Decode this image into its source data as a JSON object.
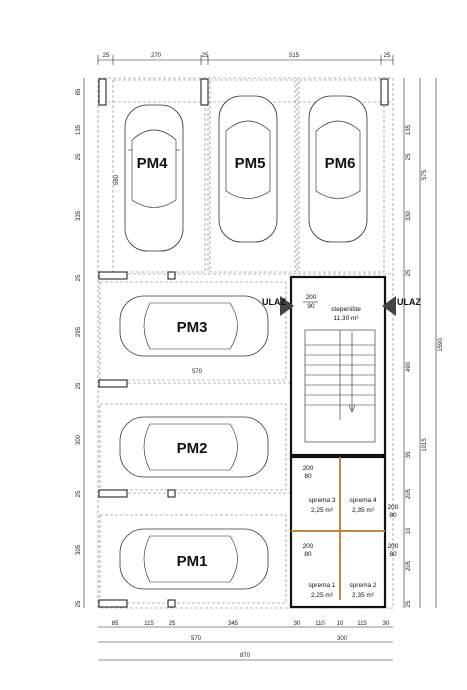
{
  "parking": [
    {
      "label": "PM4"
    },
    {
      "label": "PM5"
    },
    {
      "label": "PM6"
    },
    {
      "label": "PM3"
    },
    {
      "label": "PM2"
    },
    {
      "label": "PM1"
    }
  ],
  "stair": {
    "name": "stepenište",
    "area": "11,30 m²"
  },
  "entrance": {
    "left": "ULAZ",
    "right": "ULAZ"
  },
  "storage": [
    {
      "name": "spremа 3",
      "area": "2,25 m²"
    },
    {
      "name": "sprema 4",
      "area": "2,35 m²"
    },
    {
      "name": "sprema 1",
      "area": "2,25 m²"
    },
    {
      "name": "sprema 2",
      "area": "2,35 m²"
    }
  ],
  "doors": {
    "stair_door": [
      "200",
      "90"
    ],
    "s3_door": [
      "200",
      "80"
    ],
    "s4_door": [
      "200",
      "80"
    ],
    "s1_door": [
      "200",
      "80"
    ],
    "s2_door": [
      "200",
      "80"
    ]
  },
  "dims": {
    "top": [
      "25",
      "270",
      "25",
      "515",
      "25"
    ],
    "left": [
      "85",
      "135",
      "25",
      "335",
      "25",
      "295",
      "25",
      "300",
      "25",
      "305",
      "25"
    ],
    "right_inner": [
      "135",
      "25",
      "330",
      "25",
      "490",
      "35",
      "205",
      "10",
      "205",
      "25"
    ],
    "right_outer": [
      "575",
      "1015"
    ],
    "right_total": "1590",
    "bottom1": [
      "85",
      "115",
      "25",
      "345",
      "30",
      "110",
      "10",
      "115",
      "30"
    ],
    "bottom2": [
      "570",
      "300"
    ],
    "bottom3": "870",
    "car_depth": "580",
    "car_length": "570"
  }
}
